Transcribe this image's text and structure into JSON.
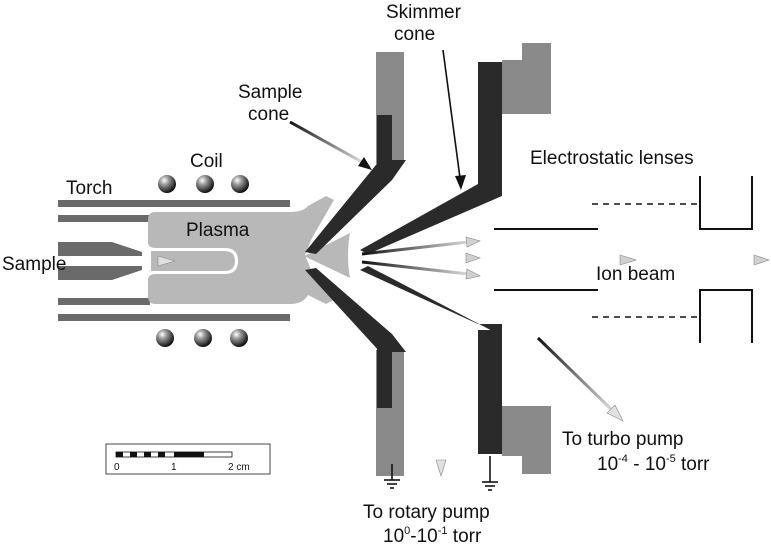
{
  "labels": {
    "torch": "Torch",
    "coil": "Coil",
    "plasma": "Plasma",
    "sample": "Sample",
    "sample_cone_line1": "Sample",
    "sample_cone_line2": "cone",
    "skimmer_cone_line1": "Skimmer",
    "skimmer_cone_line2": "cone",
    "electrostatic_lenses": "Electrostatic lenses",
    "ion_beam": "Ion beam",
    "turbo_pump_line1": "To turbo pump",
    "turbo_pump_p1": "10",
    "turbo_pump_e1": "-4",
    "turbo_pump_sep": " - ",
    "turbo_pump_p2": "10",
    "turbo_pump_e2": "-5",
    "turbo_pump_unit": " torr",
    "rotary_pump_line1": "To rotary pump",
    "rotary_pump_p1": "10",
    "rotary_pump_e1": "0",
    "rotary_pump_sep": "-",
    "rotary_pump_p2": "10",
    "rotary_pump_e2": "-1",
    "rotary_pump_unit": " torr"
  },
  "scale_bar": {
    "ticks": [
      "0",
      "1",
      "2 cm"
    ]
  },
  "colors": {
    "plasma": "#b8b8b8",
    "cone_dark": "#2a2a2a",
    "cone_mid": "#555555",
    "housing": "#8a8a8a",
    "torch_tube": "#6a6a6a",
    "arrow_light": "#c8c8c8"
  }
}
